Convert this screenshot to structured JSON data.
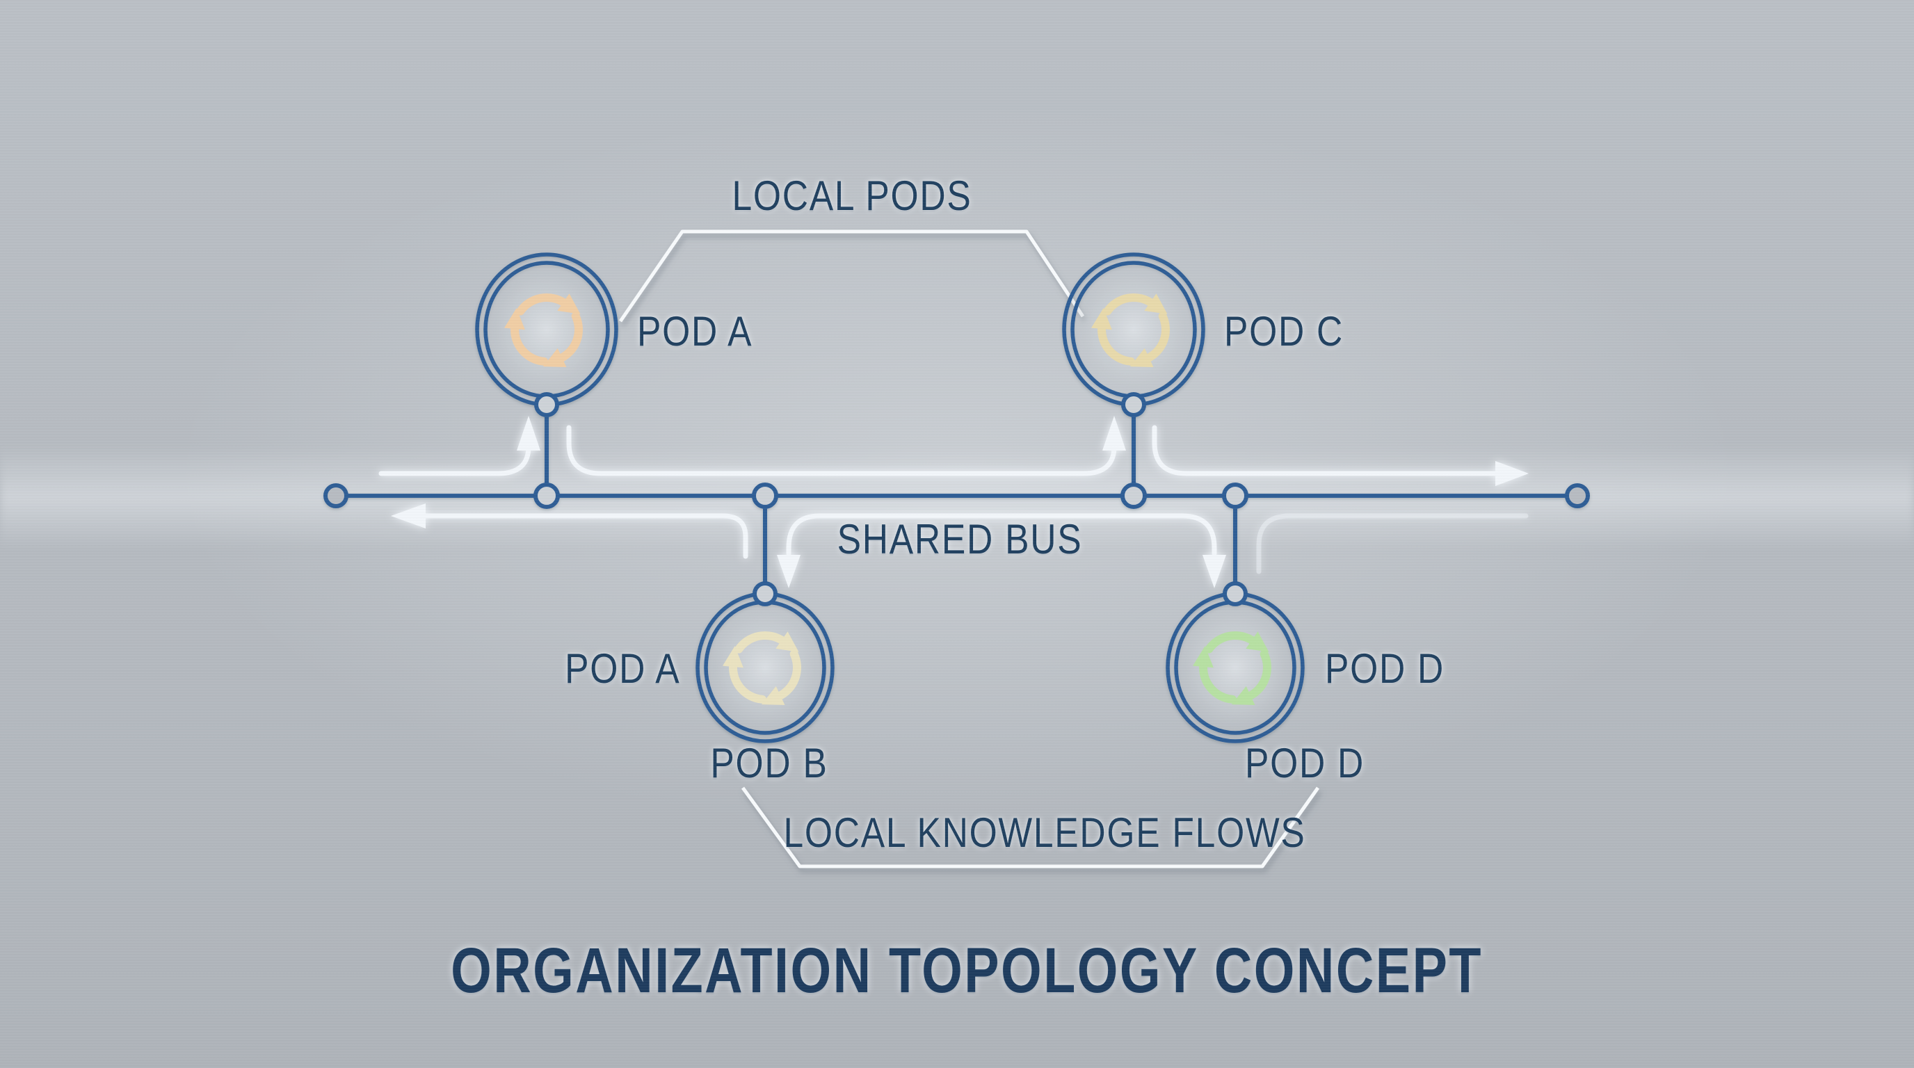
{
  "title": {
    "text": "ORGANIZATION TOPOLOGY CONCEPT",
    "color": "#1e3c5e"
  },
  "callouts": {
    "top": {
      "label": "LOCAL PODS"
    },
    "bottom": {
      "label": "LOCAL KNOWLEDGE FLOWS"
    }
  },
  "bus": {
    "label": "SHARED BUS",
    "line_color": "#2d5d95",
    "flow_color": "#f2f6fa"
  },
  "pods": {
    "top_left": {
      "side_label": "POD A",
      "icon": "cycle-arrows-icon",
      "icon_color": "#f0cda4"
    },
    "top_right": {
      "side_label": "POD C",
      "icon": "cycle-arrows-icon",
      "icon_color": "#e7d9ab"
    },
    "bottom_left": {
      "side_label": "POD A",
      "below_label": "POD B",
      "icon": "cycle-arrows-icon",
      "icon_color": "#e9e2c0"
    },
    "bottom_right": {
      "side_label": "POD D",
      "below_label": "POD D",
      "icon": "cycle-arrows-icon",
      "icon_color": "#b6e0a2"
    }
  },
  "colors": {
    "background": "#b6bbc1",
    "label_text": "#20405f",
    "node_fill": "#cdd2d7"
  }
}
